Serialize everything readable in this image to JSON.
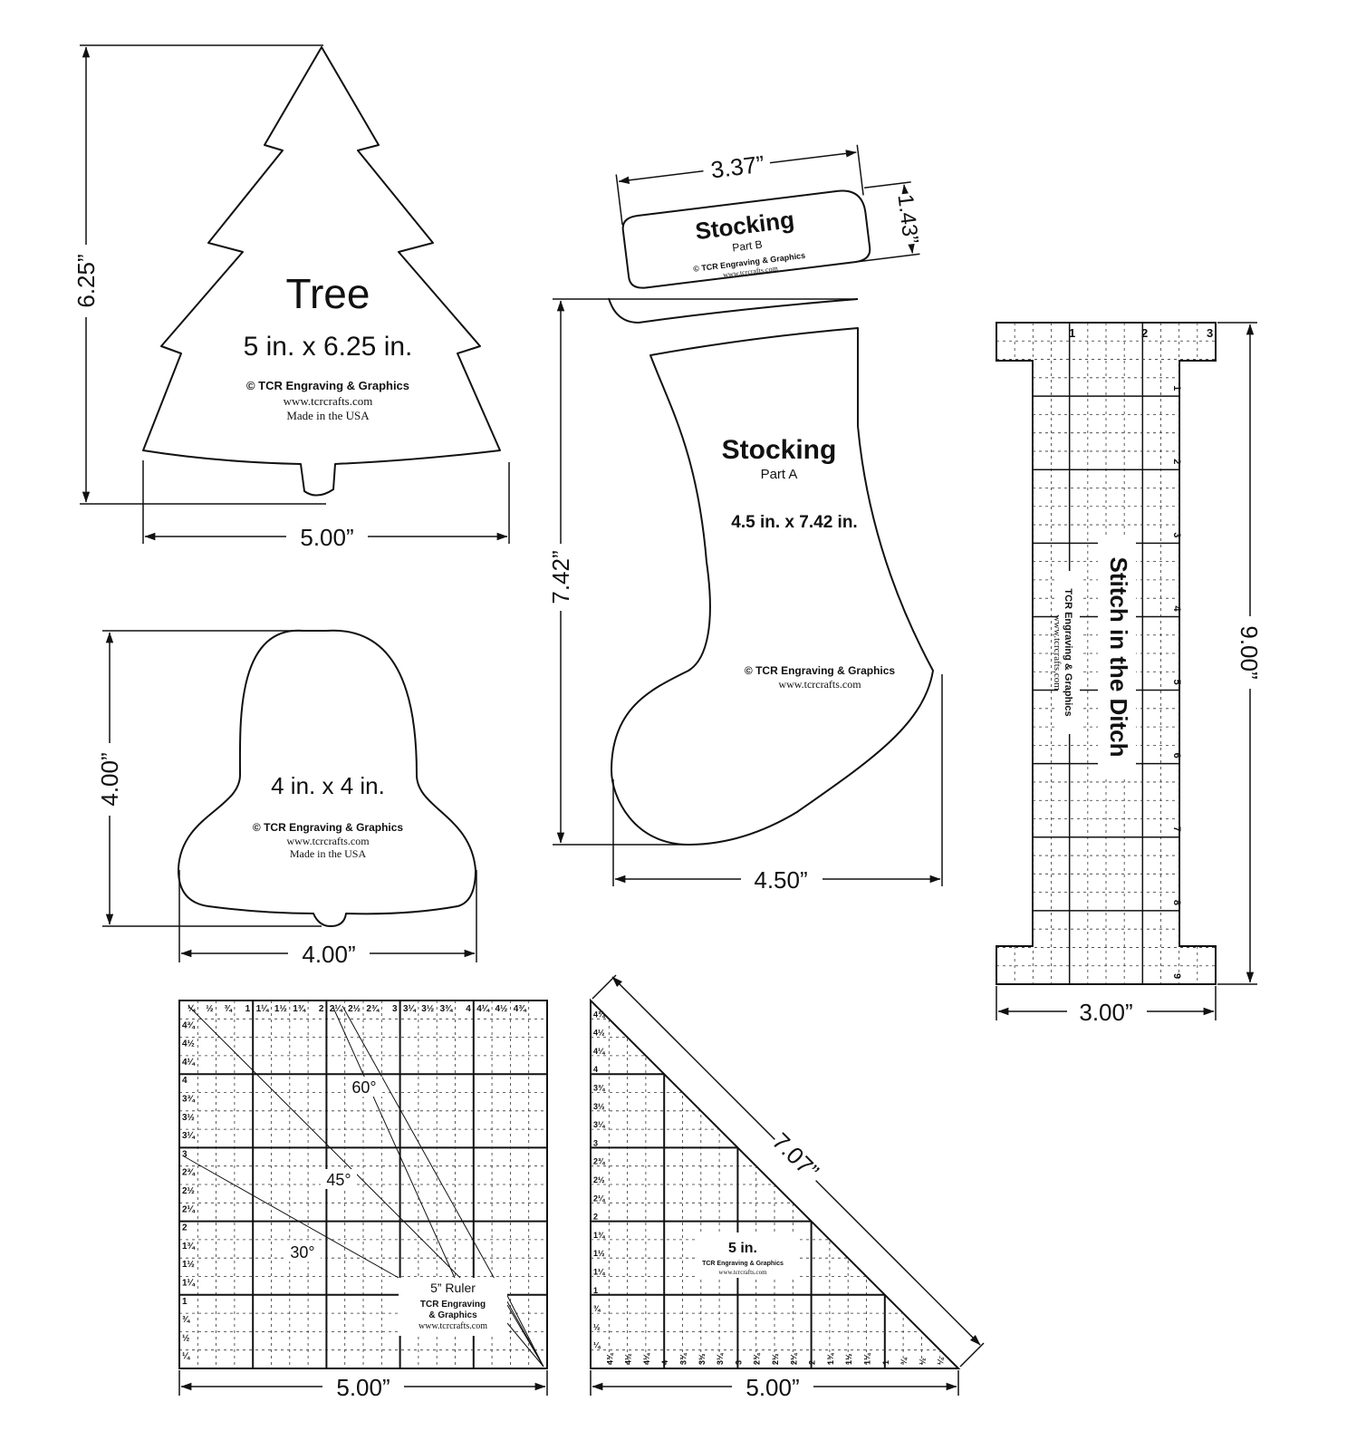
{
  "tree": {
    "title": "Tree",
    "size": "5 in. x 6.25 in.",
    "brand": "© TCR Engraving & Graphics",
    "url": "www.tcrcrafts.com",
    "origin": "Made in the USA",
    "dim_height": "6.25”",
    "dim_width": "5.00”"
  },
  "bell": {
    "size": "4 in. x 4 in.",
    "brand": "© TCR Engraving & Graphics",
    "url": "www.tcrcrafts.com",
    "origin": "Made in the USA",
    "dim_height": "4.00”",
    "dim_width": "4.00”"
  },
  "stocking_b": {
    "title": "Stocking",
    "part": "Part B",
    "brand": "© TCR Engraving & Graphics",
    "url": "www.tcrcrafts.com",
    "dim_width": "3.37”",
    "dim_height": "1.43”"
  },
  "stocking_a": {
    "title": "Stocking",
    "part": "Part A",
    "size": "4.5 in. x 7.42 in.",
    "brand": "© TCR Engraving & Graphics",
    "url": "www.tcrcrafts.com",
    "dim_height": "7.42”",
    "dim_width": "4.50”"
  },
  "ditch_ruler": {
    "title": "Stitch in the Ditch",
    "brand": "TCR Engraving & Graphics",
    "url": "www.tcrcrafts.com",
    "top_numbers": [
      "1",
      "2",
      "3"
    ],
    "side_numbers": [
      "1",
      "2",
      "3",
      "4",
      "5",
      "6",
      "7",
      "8",
      "9"
    ],
    "dim_height": "9.00”",
    "dim_width": "3.00”"
  },
  "square_ruler": {
    "title": "5” Ruler",
    "brand_line1": "TCR Engraving",
    "brand_line2": "& Graphics",
    "url": "www.tcrcrafts.com",
    "top_scale": [
      "¼",
      "½",
      "¾",
      "1",
      "1¼",
      "1½",
      "1¾",
      "2",
      "2¼",
      "2½",
      "2¾",
      "3",
      "3¼",
      "3½",
      "3¾",
      "4",
      "4¼",
      "4½",
      "4¾"
    ],
    "left_scale": [
      "4¾",
      "4½",
      "4¼",
      "4",
      "3¾",
      "3½",
      "3¼",
      "3",
      "2¾",
      "2½",
      "2¼",
      "2",
      "1¾",
      "1½",
      "1¼",
      "1",
      "¾",
      "½",
      "¼"
    ],
    "angle_60": "60°",
    "angle_45": "45°",
    "angle_30": "30°",
    "dim_width": "5.00”"
  },
  "triangle_ruler": {
    "size": "5 in.",
    "brand": "TCR Engraving & Graphics",
    "url": "www.tcrcrafts.com",
    "left_scale": [
      "4¾",
      "4½",
      "4¼",
      "4",
      "3¾",
      "3½",
      "3¼",
      "3",
      "2¾",
      "2½",
      "2¼",
      "2",
      "1¾",
      "1½",
      "1¼",
      "1",
      "¾",
      "½",
      "¼"
    ],
    "bottom_scale": [
      "4¾",
      "4½",
      "4¼",
      "4",
      "3¾",
      "3½",
      "3¼",
      "3",
      "2¾",
      "2½",
      "2¼",
      "2",
      "1¾",
      "1½",
      "1¼",
      "1",
      "¾",
      "½",
      "¼"
    ],
    "dim_hyp": "7.07”",
    "dim_width": "5.00”"
  },
  "colors": {
    "ink": "#111111",
    "grid": "#333333",
    "paper": "#ffffff"
  }
}
